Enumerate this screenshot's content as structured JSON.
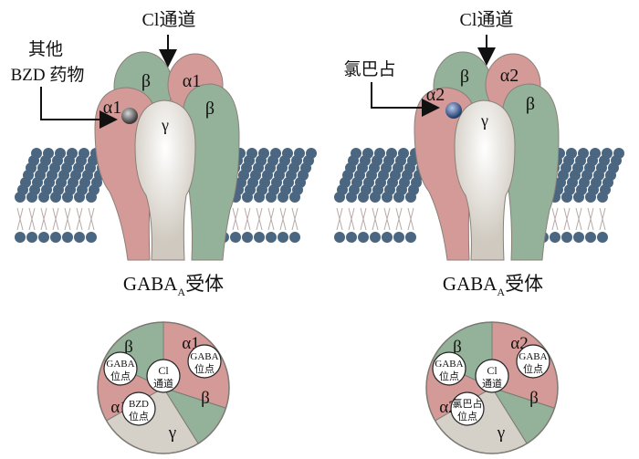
{
  "colors": {
    "alpha": "#d49a98",
    "beta": "#94b29a",
    "gamma": "#d6d1c8",
    "lipid_head": "#4b6680",
    "bzd_ball": "#6a6a6a",
    "chlor_ball": "#3f5f95",
    "outline": "#8a8078"
  },
  "left_panel": {
    "channel_label": "Cl通道",
    "drug_label_line1": "其他",
    "drug_label_line2": "BZD 药物",
    "subunits": {
      "back_left": "β",
      "back_right": "α1",
      "front_left": "α1",
      "front_center": "γ",
      "front_right": "β"
    },
    "receptor_label_main": "GABA",
    "receptor_label_sub": "A",
    "receptor_label_suffix": "受体",
    "top_view": {
      "segments": [
        "β",
        "α1",
        "β",
        "γ",
        "α1"
      ],
      "sites": {
        "gaba_left_line1": "GABA",
        "gaba_left_line2": "位点",
        "gaba_right_line1": "GABA",
        "gaba_right_line2": "位点",
        "center_line1": "Cl",
        "center_line2": "通道",
        "drug_line1": "BZD",
        "drug_line2": "位点"
      }
    }
  },
  "right_panel": {
    "channel_label": "Cl通道",
    "drug_label_line1": "氯巴占",
    "subunits": {
      "back_left": "β",
      "back_right": "α2",
      "front_left": "α2",
      "front_center": "γ",
      "front_right": "β"
    },
    "receptor_label_main": "GABA",
    "receptor_label_sub": "A",
    "receptor_label_suffix": "受体",
    "top_view": {
      "segments": [
        "β",
        "α2",
        "β",
        "γ",
        "α2"
      ],
      "sites": {
        "gaba_left_line1": "GABA",
        "gaba_left_line2": "位点",
        "gaba_right_line1": "GABA",
        "gaba_right_line2": "位点",
        "center_line1": "Cl",
        "center_line2": "通道",
        "drug_line1": "氯巴占",
        "drug_line2": "位点"
      }
    }
  }
}
